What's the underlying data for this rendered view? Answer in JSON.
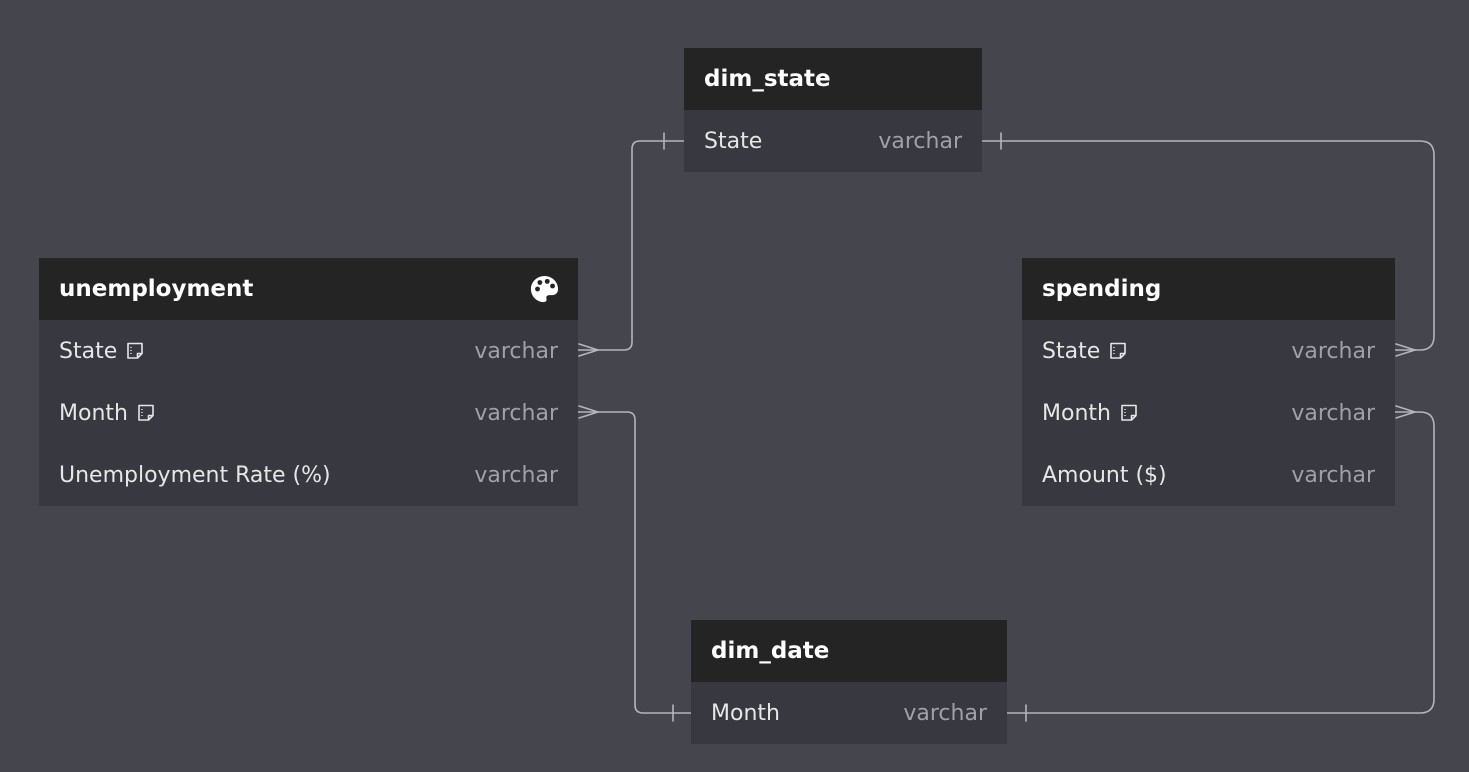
{
  "diagram": {
    "tables": {
      "unemployment": {
        "title": "unemployment",
        "fields": [
          {
            "name": "State",
            "type": "varchar",
            "has_note": true
          },
          {
            "name": "Month",
            "type": "varchar",
            "has_note": true
          },
          {
            "name": "Unemployment Rate (%)",
            "type": "varchar",
            "has_note": false
          }
        ]
      },
      "dim_state": {
        "title": "dim_state",
        "fields": [
          {
            "name": "State",
            "type": "varchar",
            "has_note": false
          }
        ]
      },
      "spending": {
        "title": "spending",
        "fields": [
          {
            "name": "State",
            "type": "varchar",
            "has_note": true
          },
          {
            "name": "Month",
            "type": "varchar",
            "has_note": true
          },
          {
            "name": "Amount ($)",
            "type": "varchar",
            "has_note": false
          }
        ]
      },
      "dim_date": {
        "title": "dim_date",
        "fields": [
          {
            "name": "Month",
            "type": "varchar",
            "has_note": false
          }
        ]
      }
    },
    "relationships": [
      {
        "from": "unemployment.State",
        "from_card": "many",
        "to": "dim_state.State",
        "to_card": "one"
      },
      {
        "from": "spending.State",
        "from_card": "many",
        "to": "dim_state.State",
        "to_card": "one"
      },
      {
        "from": "unemployment.Month",
        "from_card": "many",
        "to": "dim_date.Month",
        "to_card": "one"
      },
      {
        "from": "spending.Month",
        "from_card": "many",
        "to": "dim_date.Month",
        "to_card": "one"
      }
    ],
    "icons": {
      "header_icon": "palette-icon",
      "field_note": "note-icon"
    },
    "colors": {
      "canvas": "#45454e",
      "header": "#242424",
      "body": "#383841",
      "connector": "#b4b4ba"
    }
  }
}
